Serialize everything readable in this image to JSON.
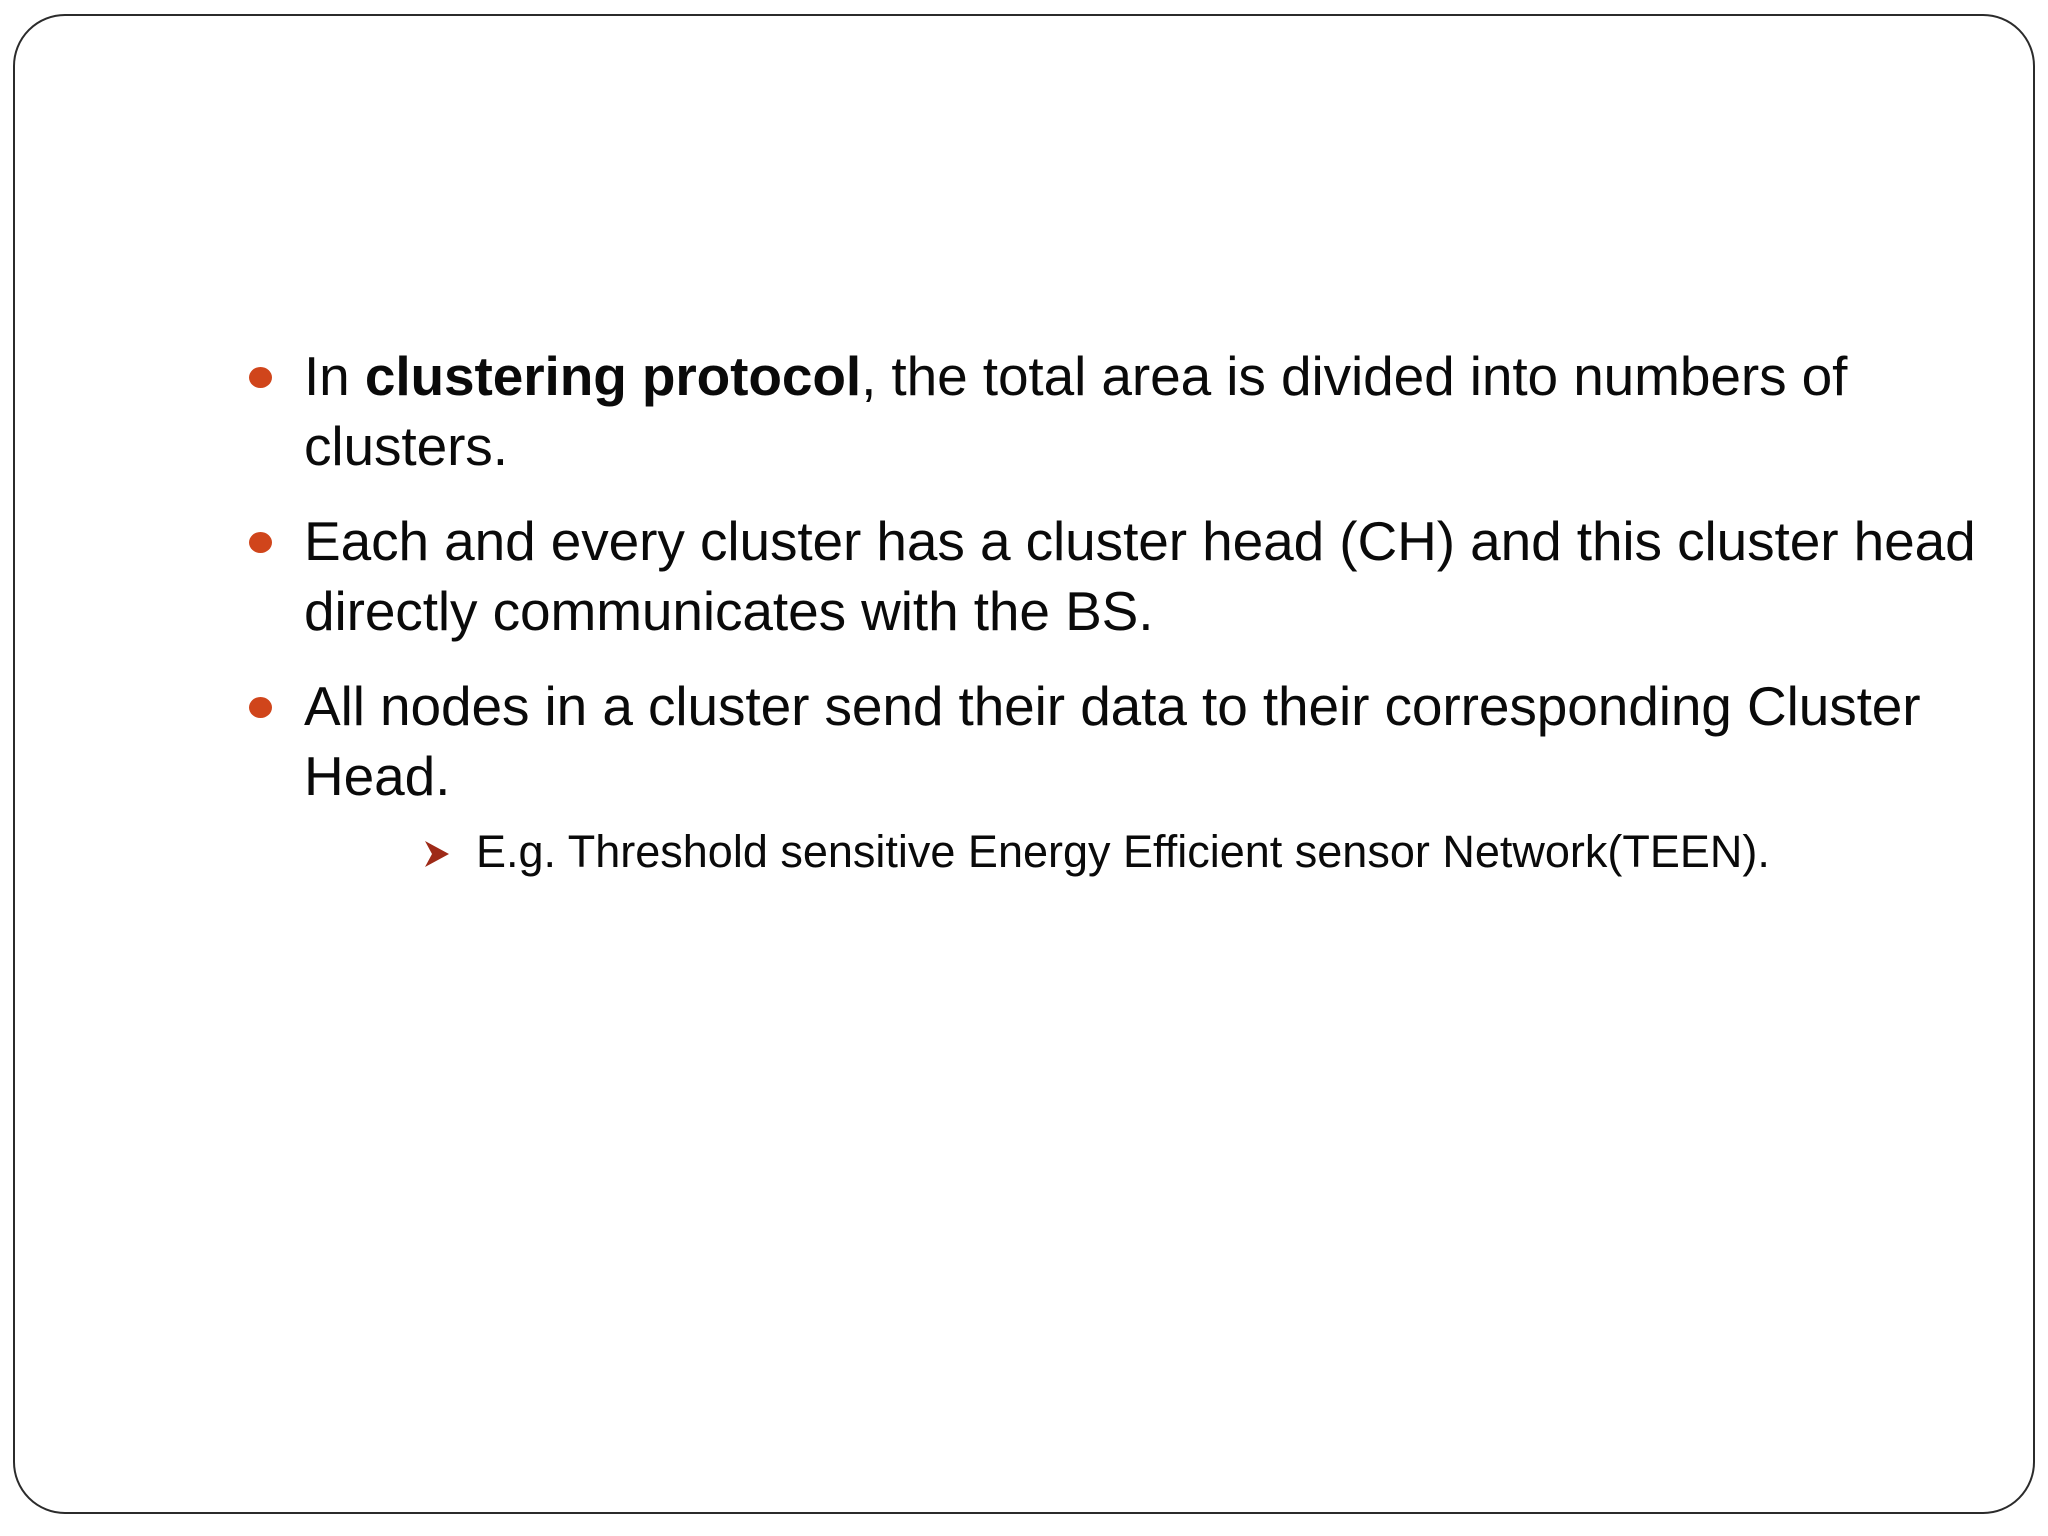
{
  "slide": {
    "background_color": "#ffffff",
    "border_color": "#2b2b2b",
    "bullet_color": "#D0451B",
    "sub_bullet_color": "#9E2A17",
    "text_color": "#0a0a0a"
  },
  "content": {
    "bullets": [
      {
        "marker": "filled-round-bullet",
        "prefix": "In ",
        "emphasis": "clustering protocol",
        "suffix": ", the total area is divided into numbers of clusters."
      },
      {
        "marker": "filled-round-bullet",
        "text": "Each and every cluster has a cluster head (CH) and this cluster head directly communicates with the BS."
      },
      {
        "marker": "filled-round-bullet",
        "text": "All nodes in a cluster send their data to their corresponding Cluster Head."
      }
    ],
    "sub_bullets": [
      {
        "marker": "arrow-chevron-bullet",
        "text": "E.g.  Threshold sensitive Energy Efficient sensor Network(TEEN)."
      }
    ]
  }
}
